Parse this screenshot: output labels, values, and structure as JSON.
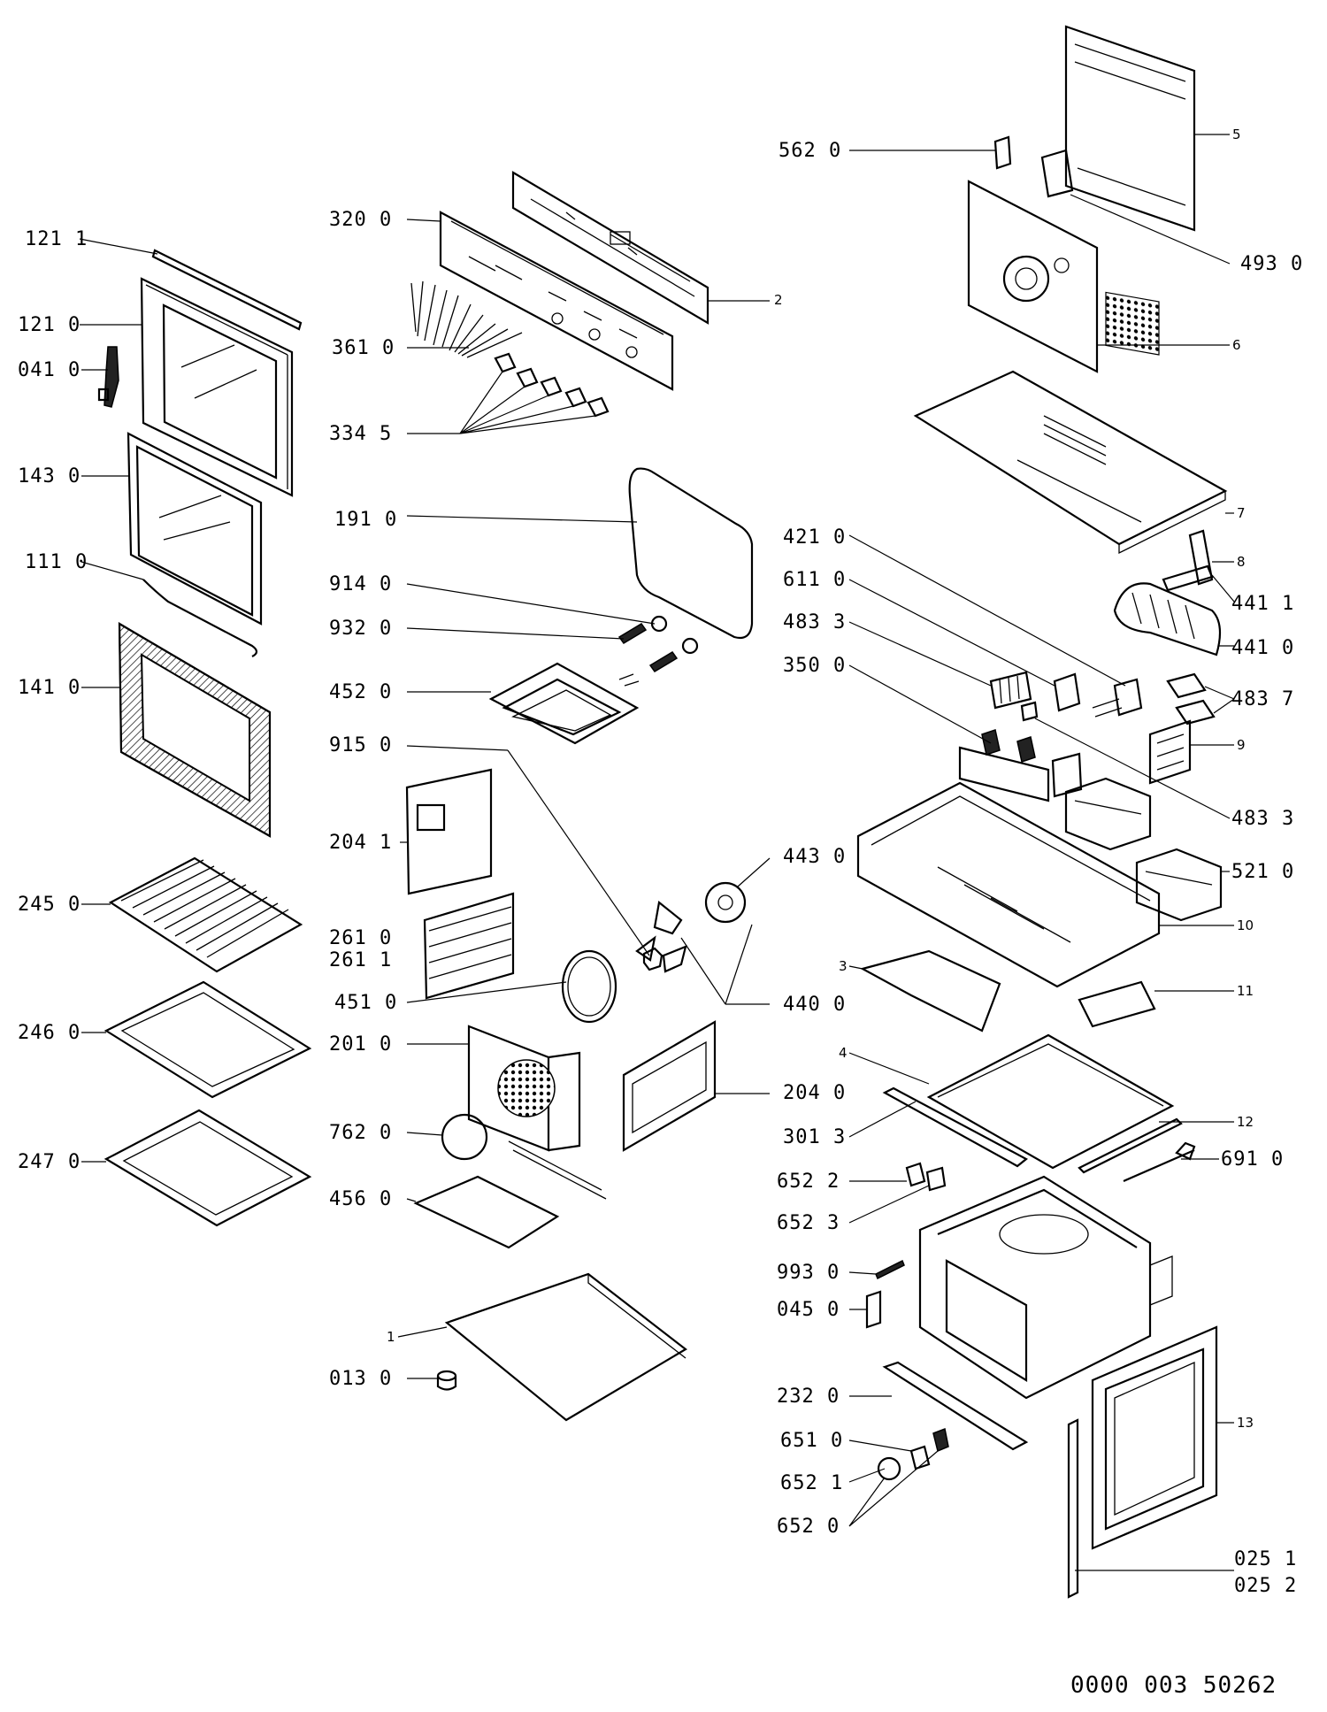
{
  "document_number": "0000 003 50262",
  "labels": {
    "l121_1": "121 1",
    "l121_0": "121 0",
    "l041_0": "041 0",
    "l143_0": "143 0",
    "l111_0": "111 0",
    "l141_0": "141 0",
    "l245_0": "245 0",
    "l246_0": "246 0",
    "l247_0": "247 0",
    "l320_0": "320 0",
    "l361_0": "361 0",
    "l334_5": "334 5",
    "l191_0": "191 0",
    "l914_0": "914 0",
    "l932_0": "932 0",
    "l452_0": "452 0",
    "l915_0": "915 0",
    "l204_1": "204 1",
    "l261_0": "261 0",
    "l261_1": "261 1",
    "l451_0": "451 0",
    "l201_0": "201 0",
    "l762_0": "762 0",
    "l456_0": "456 0",
    "l013_0": "013 0",
    "l443_0": "443 0",
    "l440_0": "440 0",
    "l204_0": "204 0",
    "l301_3": "301 3",
    "l652_2": "652 2",
    "l652_3": "652 3",
    "l993_0": "993 0",
    "l045_0": "045 0",
    "l232_0": "232 0",
    "l651_0": "651 0",
    "l652_1": "652 1",
    "l652_0": "652 0",
    "l562_0": "562 0",
    "l493_0": "493 0",
    "l421_0": "421 0",
    "l611_0": "611 0",
    "l483_3a": "483 3",
    "l350_0": "350 0",
    "l441_1": "441 1",
    "l441_0": "441 0",
    "l483_7": "483 7",
    "l483_3b": "483 3",
    "l521_0": "521 0",
    "l691_0": "691 0",
    "l025_1": "025 1",
    "l025_2": "025 2"
  },
  "small_labels": {
    "s2": "2",
    "s5": "5",
    "s6": "6",
    "s7": "7",
    "s8": "8",
    "s9": "9",
    "s10": "10",
    "s11": "11",
    "s12": "12",
    "s13": "13",
    "s1": "1",
    "s3": "3",
    "s4": "4"
  }
}
